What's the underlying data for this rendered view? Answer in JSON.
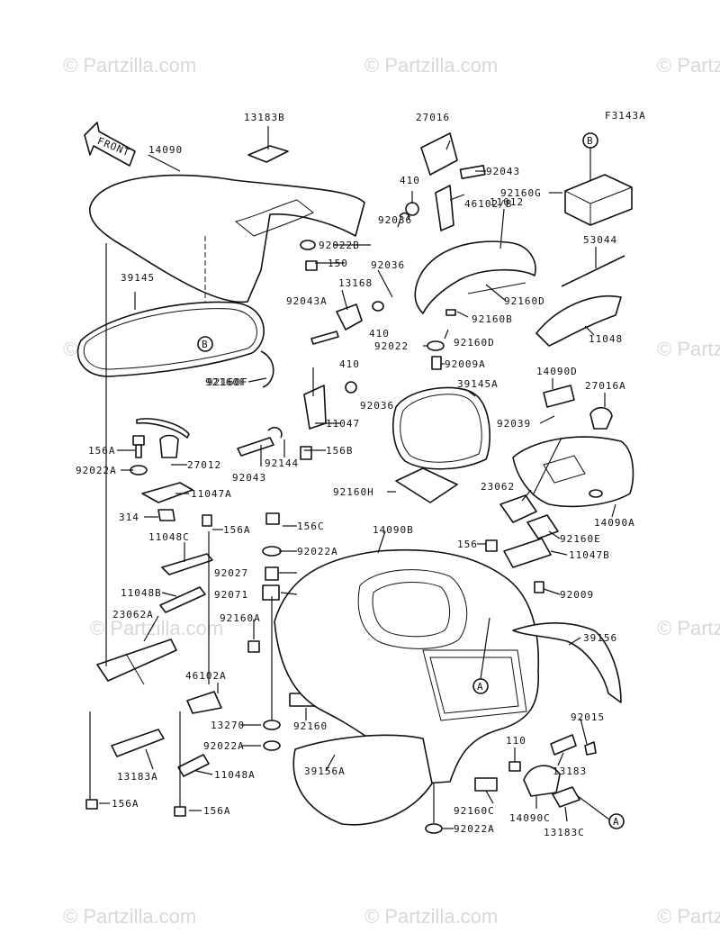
{
  "figure_code": "F3143A",
  "front_label": "FRONT",
  "watermark": "© Partzilla.com",
  "callouts": [
    "A",
    "B"
  ],
  "part_numbers": [
    "13183B",
    "14090",
    "39145",
    "92160F",
    "156A",
    "92022A",
    "27012",
    "11047A",
    "314",
    "11048C",
    "11048B",
    "23062A",
    "46102A",
    "13183A",
    "11048A",
    "156A",
    "156A",
    "92022B",
    "150",
    "13168",
    "92043A",
    "92036",
    "410",
    "92160F",
    "410",
    "92036",
    "11047",
    "92144",
    "156B",
    "92043",
    "156A",
    "156C",
    "92022A",
    "92027",
    "92071",
    "92160A",
    "13270",
    "92022A",
    "92160",
    "39156A",
    "27016",
    "92043",
    "410",
    "46102/B",
    "92036",
    "11012",
    "92160D",
    "92160B",
    "92160D",
    "92022",
    "92009A",
    "92160G",
    "53044",
    "11048",
    "39145A",
    "92160H",
    "14090D",
    "27016A",
    "92039",
    "23062",
    "156",
    "92160E",
    "11047B",
    "14090A",
    "92009",
    "14090B",
    "39156",
    "92015",
    "110",
    "13183",
    "92160C",
    "14090C",
    "13183C",
    "92022A"
  ]
}
